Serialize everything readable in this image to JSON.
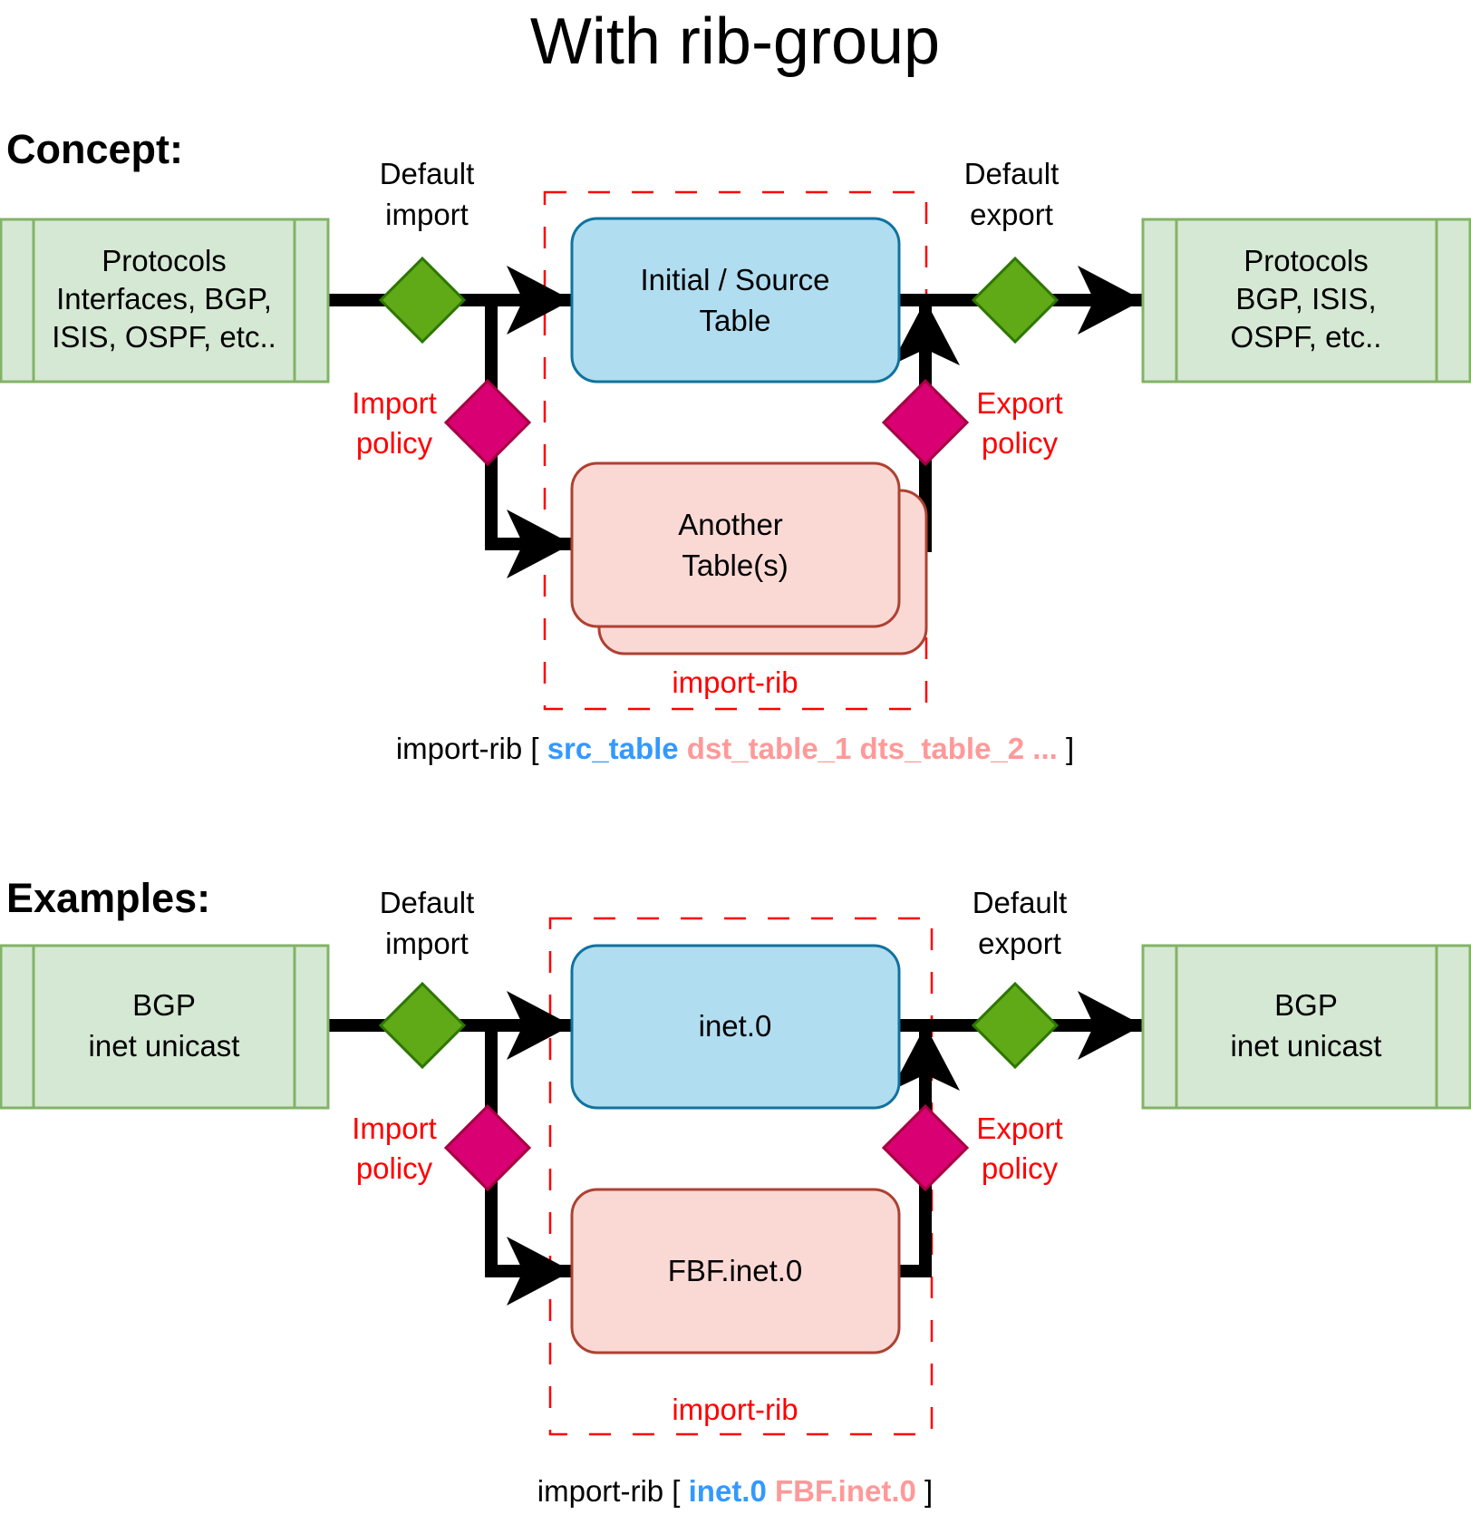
{
  "title": "With rib-group",
  "colors": {
    "protocol_fill": "#d5e8d4",
    "protocol_stroke": "#82b366",
    "source_fill": "#b1ddf0",
    "source_stroke": "#10739e",
    "other_fill": "#fad9d5",
    "other_stroke": "#ae4132",
    "default_diamond_fill": "#60a917",
    "default_diamond_stroke": "#2d7600",
    "policy_diamond_fill": "#d80073",
    "policy_diamond_stroke": "#a50040",
    "group_border": "#ff0000",
    "policy_text": "#ff0000",
    "src_text": "#3399ff",
    "dst_text": "#ff9999"
  },
  "concept": {
    "heading": "Concept:",
    "left_box": {
      "lines": [
        "Protocols",
        "Interfaces, BGP,",
        "ISIS, OSPF, etc.."
      ]
    },
    "right_box": {
      "lines": [
        "Protocols",
        "BGP, ISIS,",
        "OSPF, etc.."
      ]
    },
    "default_import": [
      "Default",
      "import"
    ],
    "default_export": [
      "Default",
      "export"
    ],
    "import_policy": [
      "Import",
      "policy"
    ],
    "export_policy": [
      "Export",
      "policy"
    ],
    "source_table": [
      "Initial / Source",
      "Table"
    ],
    "other_table": [
      "Another",
      "Table(s)"
    ],
    "group_label": "import-rib",
    "command": {
      "prefix": "import-rib [ ",
      "src": "src_table",
      "dst": " dst_table_1 dts_table_2 ...",
      "suffix": " ]"
    }
  },
  "examples": {
    "heading": "Examples:",
    "left_box": {
      "lines": [
        "BGP",
        "inet unicast"
      ]
    },
    "right_box": {
      "lines": [
        "BGP",
        "inet unicast"
      ]
    },
    "default_import": [
      "Default",
      "import"
    ],
    "default_export": [
      "Default",
      "export"
    ],
    "import_policy": [
      "Import",
      "policy"
    ],
    "export_policy": [
      "Export",
      "policy"
    ],
    "source_table": [
      "inet.0"
    ],
    "other_table": [
      "FBF.inet.0"
    ],
    "group_label": "import-rib",
    "command": {
      "prefix": "import-rib [ ",
      "src": "inet.0",
      "dst": " FBF.inet.0",
      "suffix": " ]"
    }
  }
}
